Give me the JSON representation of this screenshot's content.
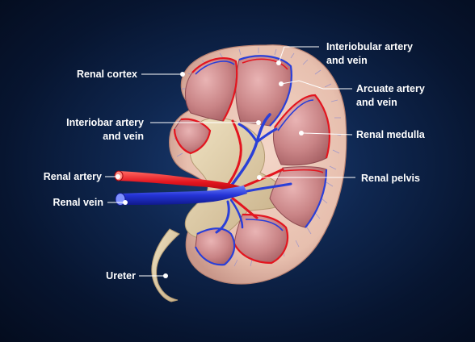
{
  "labels": {
    "renal_cortex": "Renal cortex",
    "interlobular_line1": "Interiobular artery",
    "interlobular_line2": "and vein",
    "arcuate_line1": "Arcuate artery",
    "arcuate_line2": "and vein",
    "interlobar_line1": "Interiobar artery",
    "interlobar_line2": "and vein",
    "renal_medulla": "Renal medulla",
    "renal_artery": "Renal artery",
    "renal_pelvis": "Renal pelvis",
    "renal_vein": "Renal vein",
    "ureter": "Ureter"
  },
  "colors": {
    "background": "#0a1c3c",
    "cortex": "#e8c4b6",
    "medulla": "#c98a8a",
    "pelvis": "#d9c6a0",
    "artery": "#e8202a",
    "vein": "#2a3fd8",
    "leader": "#ffffff"
  }
}
